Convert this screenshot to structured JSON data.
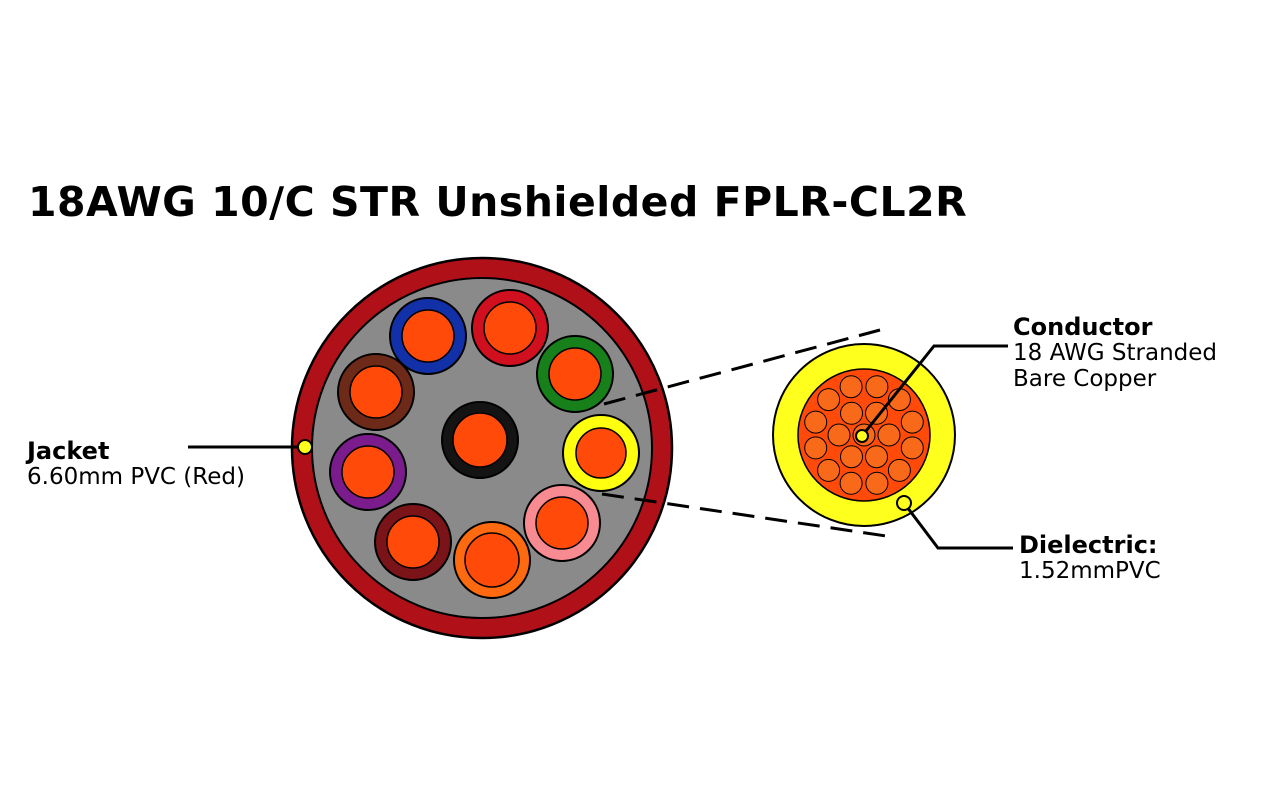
{
  "title": "18AWG 10/C STR Unshielded FPLR-CL2R",
  "labels": {
    "jacket": {
      "name": "Jacket",
      "detail": "6.60mm PVC (Red)"
    },
    "conductor": {
      "name": "Conductor",
      "line1": "18 AWG Stranded",
      "line2": "Bare Copper"
    },
    "dielectric": {
      "name": "Dielectric:",
      "detail": "1.52mmPVC"
    }
  },
  "colors": {
    "jacket": "#b01018",
    "filler": "#8a8a8a",
    "copper": "#ff4a0a",
    "strand": "#f86a1a",
    "dielectric": "#ffff1e",
    "insulation": {
      "blue": "#1230a8",
      "red": "#d0101e",
      "green": "#17801a",
      "yellow": "#ffff10",
      "pink": "#f88a92",
      "orange": "#ff6a10",
      "maroon": "#7a1418",
      "violet": "#7a1c8c",
      "brown": "#6e2a18",
      "black": "#141414"
    }
  }
}
